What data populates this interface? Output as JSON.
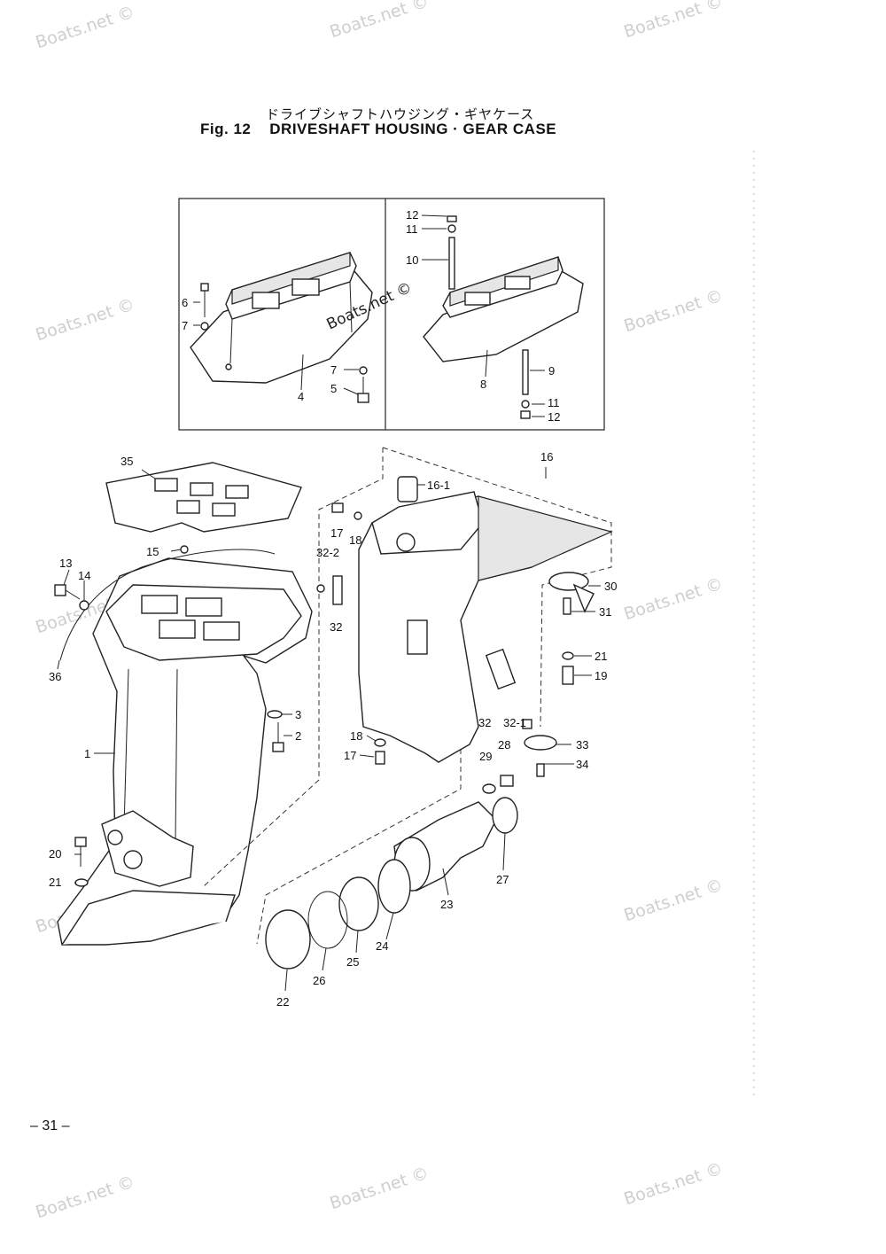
{
  "header": {
    "title_jp": "ドライブシャフトハウジング・ギヤケース",
    "fig_label": "Fig. 12",
    "title_en": "DRIVESHAFT HOUSING · GEAR CASE"
  },
  "footer": {
    "page_number": "– 31 –"
  },
  "watermark": "Boats.net ©",
  "colors": {
    "ink": "#111111",
    "watermark": "#cfcfcf",
    "part_fill": "#e6e6e6"
  },
  "callouts": [
    "12",
    "11",
    "10",
    "6",
    "7",
    "7",
    "5",
    "4",
    "8",
    "9",
    "11",
    "12",
    "35",
    "16",
    "16-1",
    "17",
    "18",
    "32-2",
    "15",
    "13",
    "14",
    "32",
    "30",
    "31",
    "21",
    "19",
    "36",
    "3",
    "2",
    "1",
    "32",
    "32-1",
    "18",
    "17",
    "33",
    "34",
    "29",
    "28",
    "20",
    "21",
    "23",
    "27",
    "24",
    "25",
    "26",
    "22"
  ]
}
